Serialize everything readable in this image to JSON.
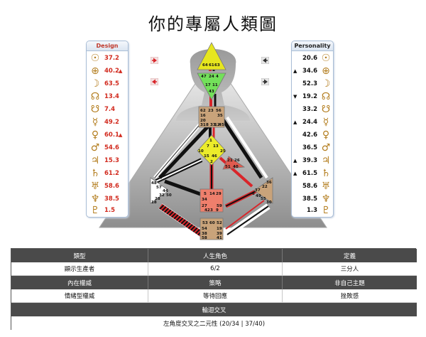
{
  "title": "你的專屬人類圖",
  "design": {
    "header": "Design",
    "planets": [
      {
        "icon": "sun-icon",
        "symbol": "☉",
        "value": "37.2",
        "arrow": ""
      },
      {
        "icon": "earth-icon",
        "symbol": "⊕",
        "value": "40.2",
        "arrow": "▲"
      },
      {
        "icon": "moon-icon",
        "symbol": "☽",
        "value": "63.5",
        "arrow": ""
      },
      {
        "icon": "north-node-icon",
        "symbol": "☊",
        "value": "13.4",
        "arrow": ""
      },
      {
        "icon": "south-node-icon",
        "symbol": "☋",
        "value": "7.4",
        "arrow": ""
      },
      {
        "icon": "mercury-icon",
        "symbol": "☿",
        "value": "49.2",
        "arrow": ""
      },
      {
        "icon": "venus-icon",
        "symbol": "♀",
        "value": "60.1",
        "arrow": "▲"
      },
      {
        "icon": "mars-icon",
        "symbol": "♂",
        "value": "54.6",
        "arrow": ""
      },
      {
        "icon": "jupiter-icon",
        "symbol": "♃",
        "value": "15.3",
        "arrow": ""
      },
      {
        "icon": "saturn-icon",
        "symbol": "♄",
        "value": "61.2",
        "arrow": ""
      },
      {
        "icon": "uranus-icon",
        "symbol": "♅",
        "value": "58.6",
        "arrow": ""
      },
      {
        "icon": "neptune-icon",
        "symbol": "♆",
        "value": "38.5",
        "arrow": ""
      },
      {
        "icon": "pluto-icon",
        "symbol": "♇",
        "value": "1.5",
        "arrow": ""
      }
    ]
  },
  "personality": {
    "header": "Personality",
    "planets": [
      {
        "icon": "sun-icon",
        "symbol": "☉",
        "value": "20.6",
        "arrow": ""
      },
      {
        "icon": "earth-icon",
        "symbol": "⊕",
        "value": "34.6",
        "arrow": "▲"
      },
      {
        "icon": "moon-icon",
        "symbol": "☽",
        "value": "52.3",
        "arrow": ""
      },
      {
        "icon": "north-node-icon",
        "symbol": "☊",
        "value": "19.2",
        "arrow": "▼"
      },
      {
        "icon": "south-node-icon",
        "symbol": "☋",
        "value": "33.2",
        "arrow": ""
      },
      {
        "icon": "mercury-icon",
        "symbol": "☿",
        "value": "24.4",
        "arrow": "▲"
      },
      {
        "icon": "venus-icon",
        "symbol": "♀",
        "value": "42.6",
        "arrow": ""
      },
      {
        "icon": "mars-icon",
        "symbol": "♂",
        "value": "36.5",
        "arrow": ""
      },
      {
        "icon": "jupiter-icon",
        "symbol": "♃",
        "value": "39.3",
        "arrow": "▲"
      },
      {
        "icon": "saturn-icon",
        "symbol": "♄",
        "value": "61.5",
        "arrow": "▲"
      },
      {
        "icon": "uranus-icon",
        "symbol": "♅",
        "value": "58.6",
        "arrow": ""
      },
      {
        "icon": "neptune-icon",
        "symbol": "♆",
        "value": "38.5",
        "arrow": ""
      },
      {
        "icon": "pluto-icon",
        "symbol": "♇",
        "value": "1.3",
        "arrow": ""
      }
    ]
  },
  "bodygraph": {
    "colors": {
      "design": "#d9252a",
      "personality": "#111111",
      "undefined": "#ffffff",
      "head": "#e6e61e",
      "ajna": "#73e05a",
      "tan": "#c9a37a",
      "g": "#ecec2a",
      "ego": "#e05a4e",
      "salmon": "#ef7f6c",
      "root": "#c9a37a"
    },
    "head_gates": [
      "64",
      "61",
      "63"
    ],
    "ajna_gates": [
      "47",
      "24",
      "4",
      "17",
      "11",
      "43"
    ],
    "throat_gates": [
      "62",
      "23",
      "56",
      "16",
      "35",
      "20",
      "31",
      "8",
      "33",
      "12",
      "45"
    ],
    "g_gates": [
      "1",
      "10",
      "7",
      "13",
      "25",
      "46",
      "2",
      "15"
    ],
    "ego_gates": [
      "21",
      "26",
      "51",
      "40"
    ],
    "spleen_gates": [
      "48",
      "57",
      "44",
      "50",
      "32",
      "28",
      "18"
    ],
    "sacral_gates": [
      "5",
      "14",
      "29",
      "34",
      "27",
      "59",
      "42",
      "3",
      "9"
    ],
    "solar_gates": [
      "36",
      "22",
      "37",
      "6",
      "49",
      "55",
      "30"
    ],
    "root_gates": [
      "53",
      "60",
      "52",
      "54",
      "19",
      "38",
      "39",
      "58",
      "41"
    ]
  },
  "summary": {
    "h_type": "類型",
    "h_profile": "人生角色",
    "h_definition": "定義",
    "type": "顯示生產者",
    "profile": "6/2",
    "definition": "三分人",
    "h_authority": "內在權威",
    "h_strategy": "策略",
    "h_notself": "非自己主題",
    "authority": "情緒型權威",
    "strategy": "等待回應",
    "notself": "挫敗感",
    "h_cross": "輪迴交叉",
    "cross": "左角度交叉之二元性 (20/34 | 37/40)"
  }
}
